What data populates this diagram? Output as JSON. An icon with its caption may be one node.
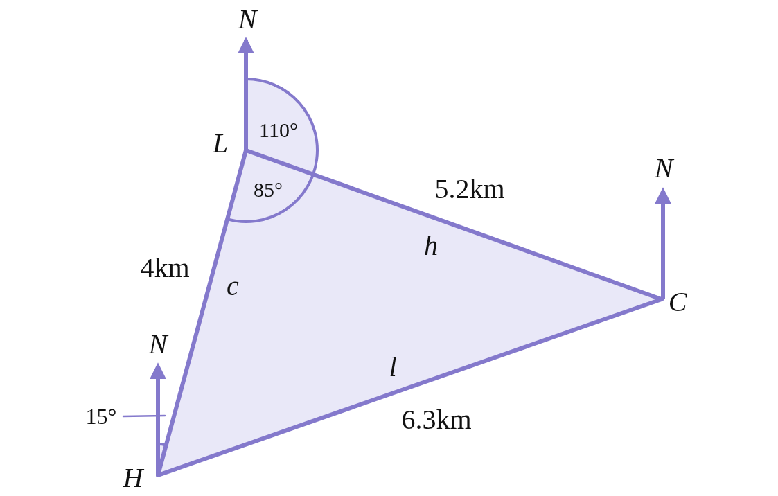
{
  "diagram": {
    "nodes": [
      {
        "text": [
          "L"
        ]
      },
      {
        "text": [
          "C"
        ]
      },
      {
        "text": [
          "H"
        ]
      },
      {
        "text": [
          "15°"
        ]
      }
    ],
    "edges": [
      {
        "from": 0,
        "to": 1,
        "arrow": "none"
      },
      {
        "from": 1,
        "to": 2,
        "arrow": "none"
      },
      {
        "from": 2,
        "to": 0,
        "arrow": "none"
      },
      {
        "from": 3,
        "to": null,
        "arrow": "none"
      }
    ],
    "labels": [
      "N",
      "110°",
      "N",
      "5.2km",
      "85°",
      "h",
      "4km",
      "c",
      "N",
      "l",
      "6.3km"
    ]
  }
}
